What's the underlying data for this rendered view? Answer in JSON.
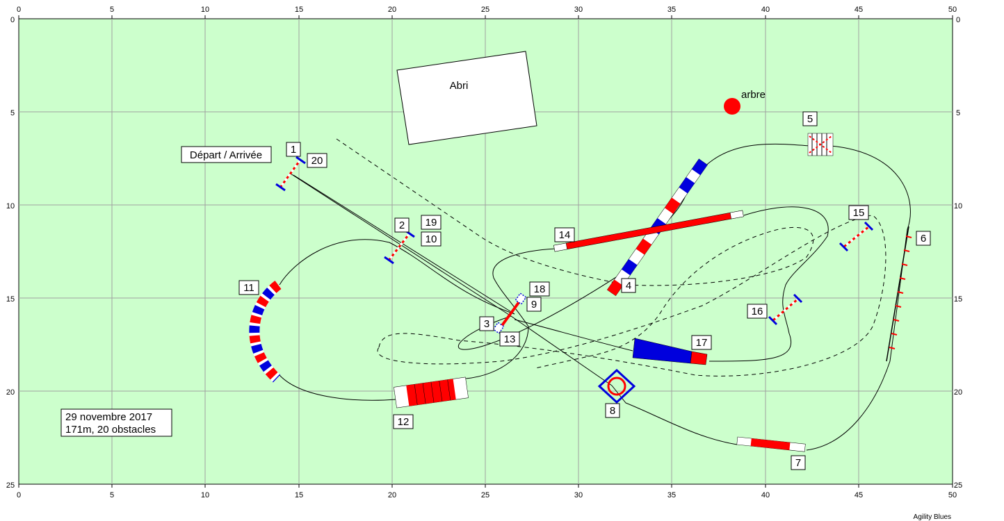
{
  "axes": {
    "x_ticks": [
      "0",
      "5",
      "10",
      "15",
      "20",
      "25",
      "30",
      "35",
      "40",
      "45",
      "50"
    ],
    "y_ticks": [
      "0",
      "5",
      "10",
      "15",
      "20",
      "25"
    ]
  },
  "labels": {
    "shelter": "Abri",
    "tree": "arbre",
    "start_finish": "Départ / Arrivée",
    "date": "29 novembre 2017",
    "summary": "171m, 20 obstacles",
    "watermark": "Agility Blues"
  },
  "obstacles": {
    "n1": "1",
    "n2": "2",
    "n3": "3",
    "n4": "4",
    "n5": "5",
    "n6": "6",
    "n7": "7",
    "n8": "8",
    "n9": "9",
    "n10": "10",
    "n11": "11",
    "n12": "12",
    "n13": "13",
    "n14": "14",
    "n15": "15",
    "n16": "16",
    "n17": "17",
    "n18": "18",
    "n19": "19",
    "n20": "20"
  },
  "colors": {
    "field": "#ccffcc",
    "grid": "#aaaaaa",
    "red": "#ff0000",
    "blue": "#0000dd",
    "white": "#ffffff"
  }
}
